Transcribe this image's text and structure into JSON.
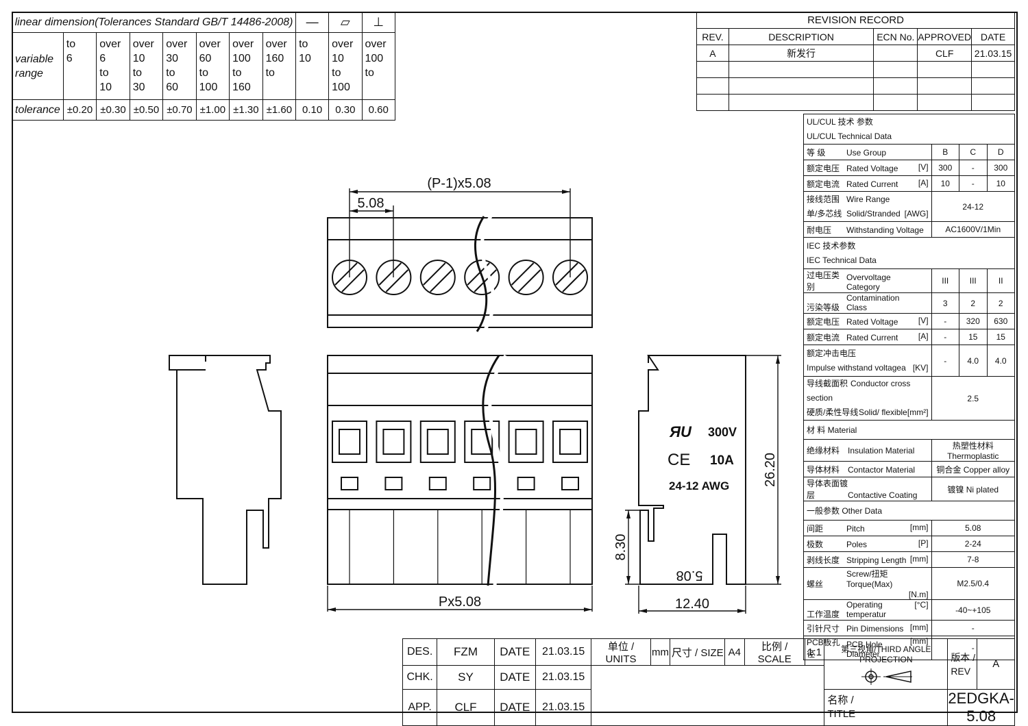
{
  "tolerance_table": {
    "header": "linear dimension(Tolerances Standard GB/T 14486-2008)",
    "symbols": [
      "—",
      "▱",
      "⊥"
    ],
    "variable_label": [
      "variable",
      "range"
    ],
    "ranges": [
      [
        "to",
        "6"
      ],
      [
        "over",
        "6",
        "to",
        "10"
      ],
      [
        "over",
        "10",
        "to",
        "30"
      ],
      [
        "over",
        "30",
        "to",
        "60"
      ],
      [
        "over",
        "60",
        "to",
        "100"
      ],
      [
        "over",
        "100",
        "to",
        "160"
      ],
      [
        "over",
        "160",
        "to"
      ],
      [
        "to",
        "10"
      ],
      [
        "over",
        "10",
        "to",
        "100"
      ],
      [
        "over",
        "100",
        "to"
      ]
    ],
    "tolerance_label": "tolerance",
    "tolerances": [
      "±0.20",
      "±0.30",
      "±0.50",
      "±0.70",
      "±1.00",
      "±1.30",
      "±1.60",
      "0.10",
      "0.30",
      "0.60"
    ]
  },
  "revision": {
    "title": "REVISION  RECORD",
    "headers": [
      "REV.",
      "DESCRIPTION",
      "ECN No.",
      "APPROVED",
      "DATE"
    ],
    "rows": [
      [
        "A",
        "新发行",
        "",
        "CLF",
        "21.03.15"
      ],
      [
        "",
        "",
        "",
        "",
        ""
      ],
      [
        "",
        "",
        "",
        "",
        ""
      ],
      [
        "",
        "",
        "",
        "",
        ""
      ]
    ]
  },
  "tech": {
    "ul_title": [
      "UL/CUL   技术 参数",
      "UL/CUL    Technical Data"
    ],
    "ul_rows": [
      {
        "cn": "等 级",
        "en": "Use Group",
        "unit": "",
        "vals": [
          "B",
          "C",
          "D"
        ]
      },
      {
        "cn": "额定电压",
        "en": "Rated Voltage",
        "unit": "[V]",
        "vals": [
          "300",
          "-",
          "300"
        ]
      },
      {
        "cn": "额定电流",
        "en": "Rated Current",
        "unit": "[A]",
        "vals": [
          "10",
          "-",
          "10"
        ]
      }
    ],
    "wire_cn": [
      "接线范围",
      "单/多芯线"
    ],
    "wire_en": [
      "Wire Range",
      "Solid/Stranded"
    ],
    "wire_unit": "[AWG]",
    "wire_val": "24-12",
    "withstand_cn": "耐电压",
    "withstand_en": "Withstanding Voltage",
    "withstand_val": "AC1600V/1Min",
    "iec_title": [
      "IEC  技术参数",
      "IEC  Technical Data"
    ],
    "iec_rows": [
      {
        "cn": "过电压类别",
        "en": "Overvoltage Category",
        "unit": "",
        "vals": [
          "III",
          "III",
          "II"
        ]
      },
      {
        "cn": "污染等级",
        "en": "Contamination Class",
        "unit": "",
        "vals": [
          "3",
          "2",
          "2"
        ]
      },
      {
        "cn": "额定电压",
        "en": "Rated Voltage",
        "unit": "[V]",
        "vals": [
          "-",
          "320",
          "630"
        ]
      },
      {
        "cn": "额定电流",
        "en": "Rated Current",
        "unit": "[A]",
        "vals": [
          "-",
          "15",
          "15"
        ]
      }
    ],
    "impulse_cn": "额定冲击电压",
    "impulse_en": "Impulse withstand voltagea",
    "impulse_unit": "[KV]",
    "impulse_vals": [
      "-",
      "4.0",
      "4.0"
    ],
    "cross_cn": [
      "导线截面积",
      "硬质/柔性导线"
    ],
    "cross_en": [
      "Conductor cross section",
      "Solid/ flexible"
    ],
    "cross_unit": "[mm²]",
    "cross_val": "2.5",
    "material_title": "材 料       Material",
    "material_rows": [
      {
        "cn": "绝缘材料",
        "en": "Insulation Material",
        "val": "热塑性材料 Thermoplastic"
      },
      {
        "cn": "导体材料",
        "en": "Contactor Material",
        "val": "铜合金 Copper alloy"
      },
      {
        "cn": "导体表面镀层",
        "en": "Contactive Coating",
        "val": "镀镍 Ni plated"
      }
    ],
    "other_title": "一般参数     Other Data",
    "other_rows": [
      {
        "cn": "间距",
        "en": "Pitch",
        "unit": "[mm]",
        "val": "5.08"
      },
      {
        "cn": "极数",
        "en": "Poles",
        "unit": "[P]",
        "val": "2-24"
      },
      {
        "cn": "剥线长度",
        "en": "Stripping Length",
        "unit": "[mm]",
        "val": "7-8"
      },
      {
        "cn": "螺丝",
        "en": "Screw/扭矩  Torque(Max)",
        "unit": "[N.m]",
        "val": "M2.5/0.4"
      },
      {
        "cn": "工作温度",
        "en": "Operating temperatur",
        "unit": "[°C]",
        "val": "-40~+105"
      },
      {
        "cn": "引针尺寸",
        "en": "Pin Dimensions",
        "unit": "[mm]",
        "val": "-"
      },
      {
        "cn": "PCB板孔径",
        "en": "PCB Hole Diameter",
        "unit": "[mm]",
        "val": "-"
      }
    ]
  },
  "drawing": {
    "dim_span": "(P-1)x5.08",
    "dim_pitch": "5.08",
    "dim_width": "Px5.08",
    "dim_depth": "12.40",
    "dim_height": "26.20",
    "dim_pin": "8.30",
    "side_voltage": "300V",
    "side_current": "10A",
    "side_awg": "24-12 AWG",
    "side_pitch": "5.08",
    "ul_mark": "ЯU",
    "ce_mark": "CE"
  },
  "title_block": {
    "rows": [
      {
        "role": "DES.",
        "name": "FZM",
        "date_label": "DATE",
        "date": "21.03.15"
      },
      {
        "role": "CHK.",
        "name": "SY",
        "date_label": "DATE",
        "date": "21.03.15"
      },
      {
        "role": "APP.",
        "name": "CLF",
        "date_label": "DATE",
        "date": "21.03.15"
      }
    ],
    "units_label": "单位 / UNITS",
    "units": "mm",
    "size_label": "尺寸 / SIZE",
    "size": "A4",
    "scale_label": "比例 / SCALE",
    "scale": "1:1",
    "projection": "第三视角/THIRD ANGLE PROJECTION",
    "rev_label": [
      "版本 /",
      "REV"
    ],
    "rev": "A",
    "title_label": [
      "名称 /",
      "TITLE"
    ],
    "title": "2EDGKA-5.08"
  }
}
